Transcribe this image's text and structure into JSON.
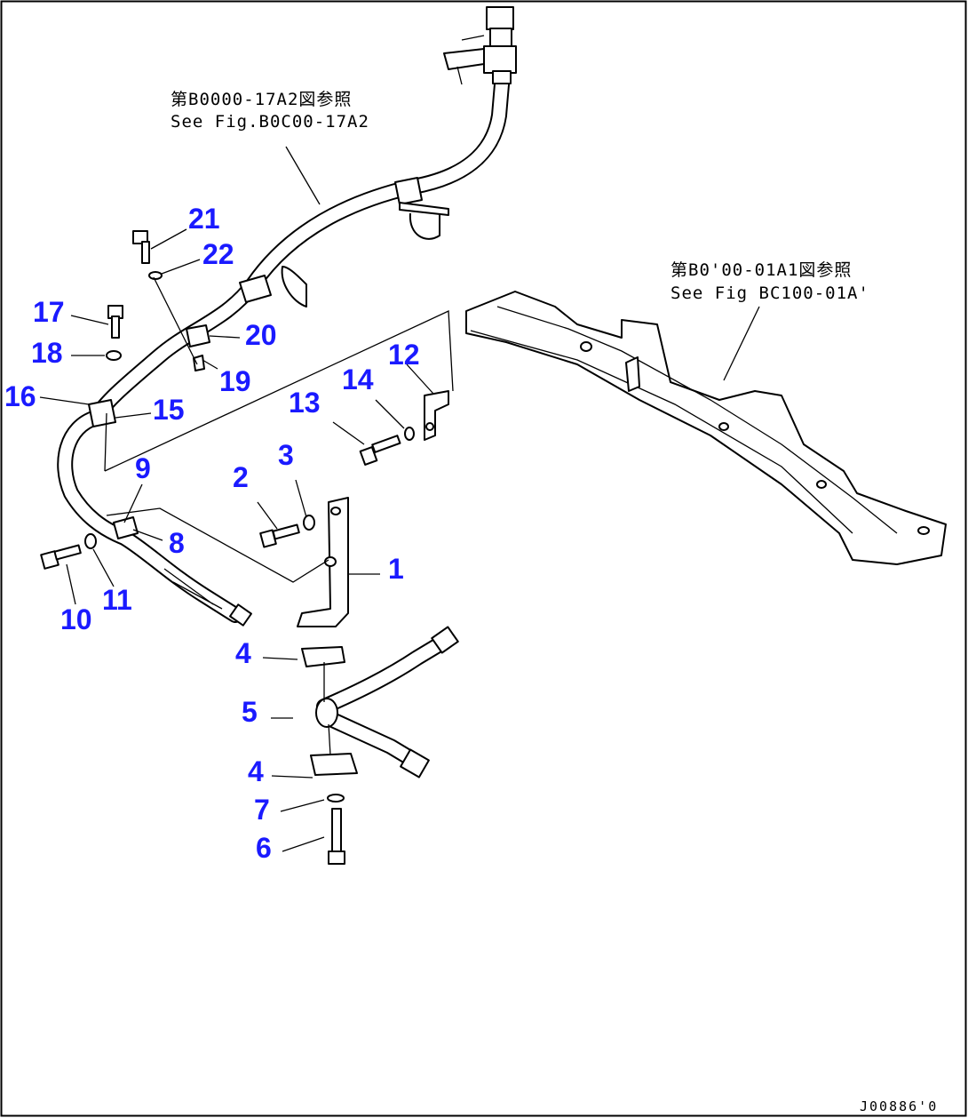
{
  "references": {
    "hydraulic_piping": {
      "line1": "第B0000-17A2図参照",
      "line2": "See Fig.B0C00-17A2"
    },
    "frame": {
      "line1": "第B0'00-01A1図参照",
      "line2": "See Fig BC100-01A'"
    }
  },
  "drawing_code": "J00886'0",
  "callouts": [
    "1",
    "2",
    "3",
    "4",
    "5",
    "4",
    "7",
    "6",
    "8",
    "9",
    "10",
    "11",
    "12",
    "13",
    "14",
    "15",
    "16",
    "17",
    "18",
    "19",
    "20",
    "21",
    "22"
  ],
  "colors": {
    "callout": "#1a1aff",
    "line": "#000000",
    "background": "#ffffff"
  }
}
